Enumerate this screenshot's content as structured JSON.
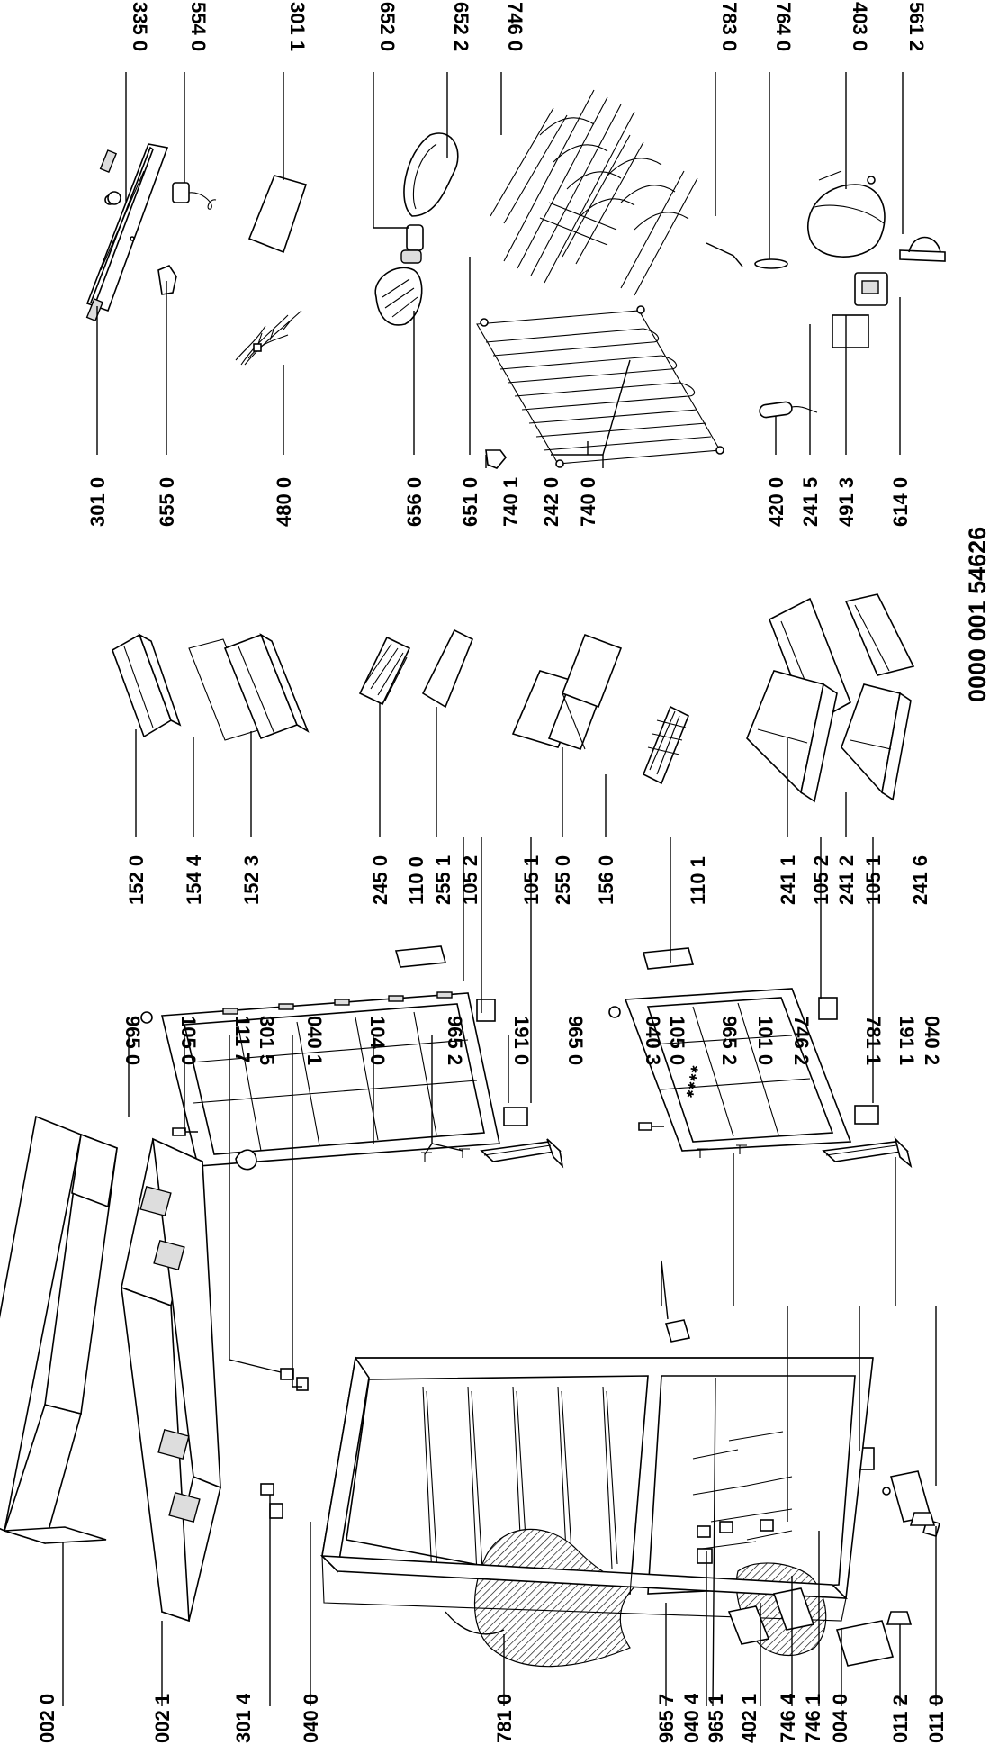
{
  "document_number": "0000 001 54626",
  "part_labels": {
    "p3350": "335 0",
    "p5540": "554 0",
    "p3011": "301 1",
    "p6520": "652 0",
    "p6522": "652 2",
    "p7460": "746 0",
    "p7830": "783 0",
    "p7640": "764 0",
    "p4030": "403 0",
    "p5612": "561 2",
    "p3010": "301 0",
    "p6550": "655 0",
    "p4800": "480 0",
    "p6560": "656 0",
    "p6510": "651 0",
    "p7401": "740 1",
    "p2420": "242 0",
    "p7400": "740 0",
    "p4200": "420 0",
    "p2415": "241 5",
    "p4913": "491 3",
    "p6140": "614 0",
    "p1520": "152 0",
    "p1544": "154 4",
    "p1523": "152 3",
    "p2450": "245 0",
    "p1100": "110 0",
    "p2551": "255 1",
    "p1052a": "105 2",
    "p1051a": "105 1",
    "p2550": "255 0",
    "p1560": "156 0",
    "p1101": "110 1",
    "p2411": "241 1",
    "p1052b": "105 2",
    "p2412": "241 2",
    "p1051b": "105 1",
    "p2416": "241 6",
    "p9650a": "965 0",
    "p1050a": "105 0",
    "p1117": "111 7",
    "p3015": "301 5",
    "p0401": "040 1",
    "p1040": "104 0",
    "p9652a": "965 2",
    "p1910": "191 0",
    "p9650b": "965 0",
    "p0403": "040 3",
    "p1050b": "105 0",
    "p9652b": "965 2",
    "p1010": "101 0",
    "p7462": "746 2",
    "p7811": "781 1",
    "p1911": "191 1",
    "p0402": "040 2",
    "p0020": "002 0",
    "p0021": "002 1",
    "p3014": "301 4",
    "p0400": "040 0",
    "p7810": "781 0",
    "p9657": "965 7",
    "p0404": "040 4",
    "p9651": "965 1",
    "p4021": "402 1",
    "p7464": "746 4",
    "p7461": "746 1",
    "p0040": "004 0",
    "p0112": "011 2",
    "p0110": "011 0"
  }
}
